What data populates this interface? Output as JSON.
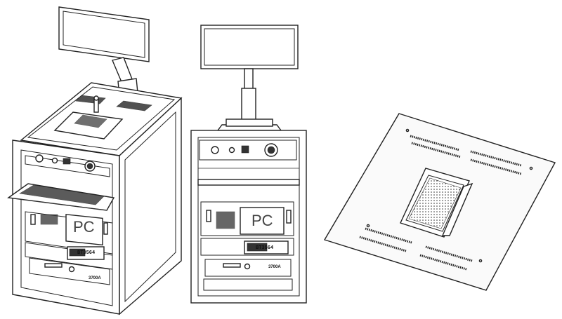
{
  "labels": {
    "pc": "PC",
    "meter": "BT3564",
    "unit": "3700A"
  },
  "colors": {
    "line": "#222222",
    "background": "#ffffff",
    "board": "#f4f4f4"
  },
  "icons": [
    "display-icon",
    "keyboard-icon",
    "emergency-stop-icon",
    "power-switch-icon",
    "fixture-board-icon"
  ]
}
